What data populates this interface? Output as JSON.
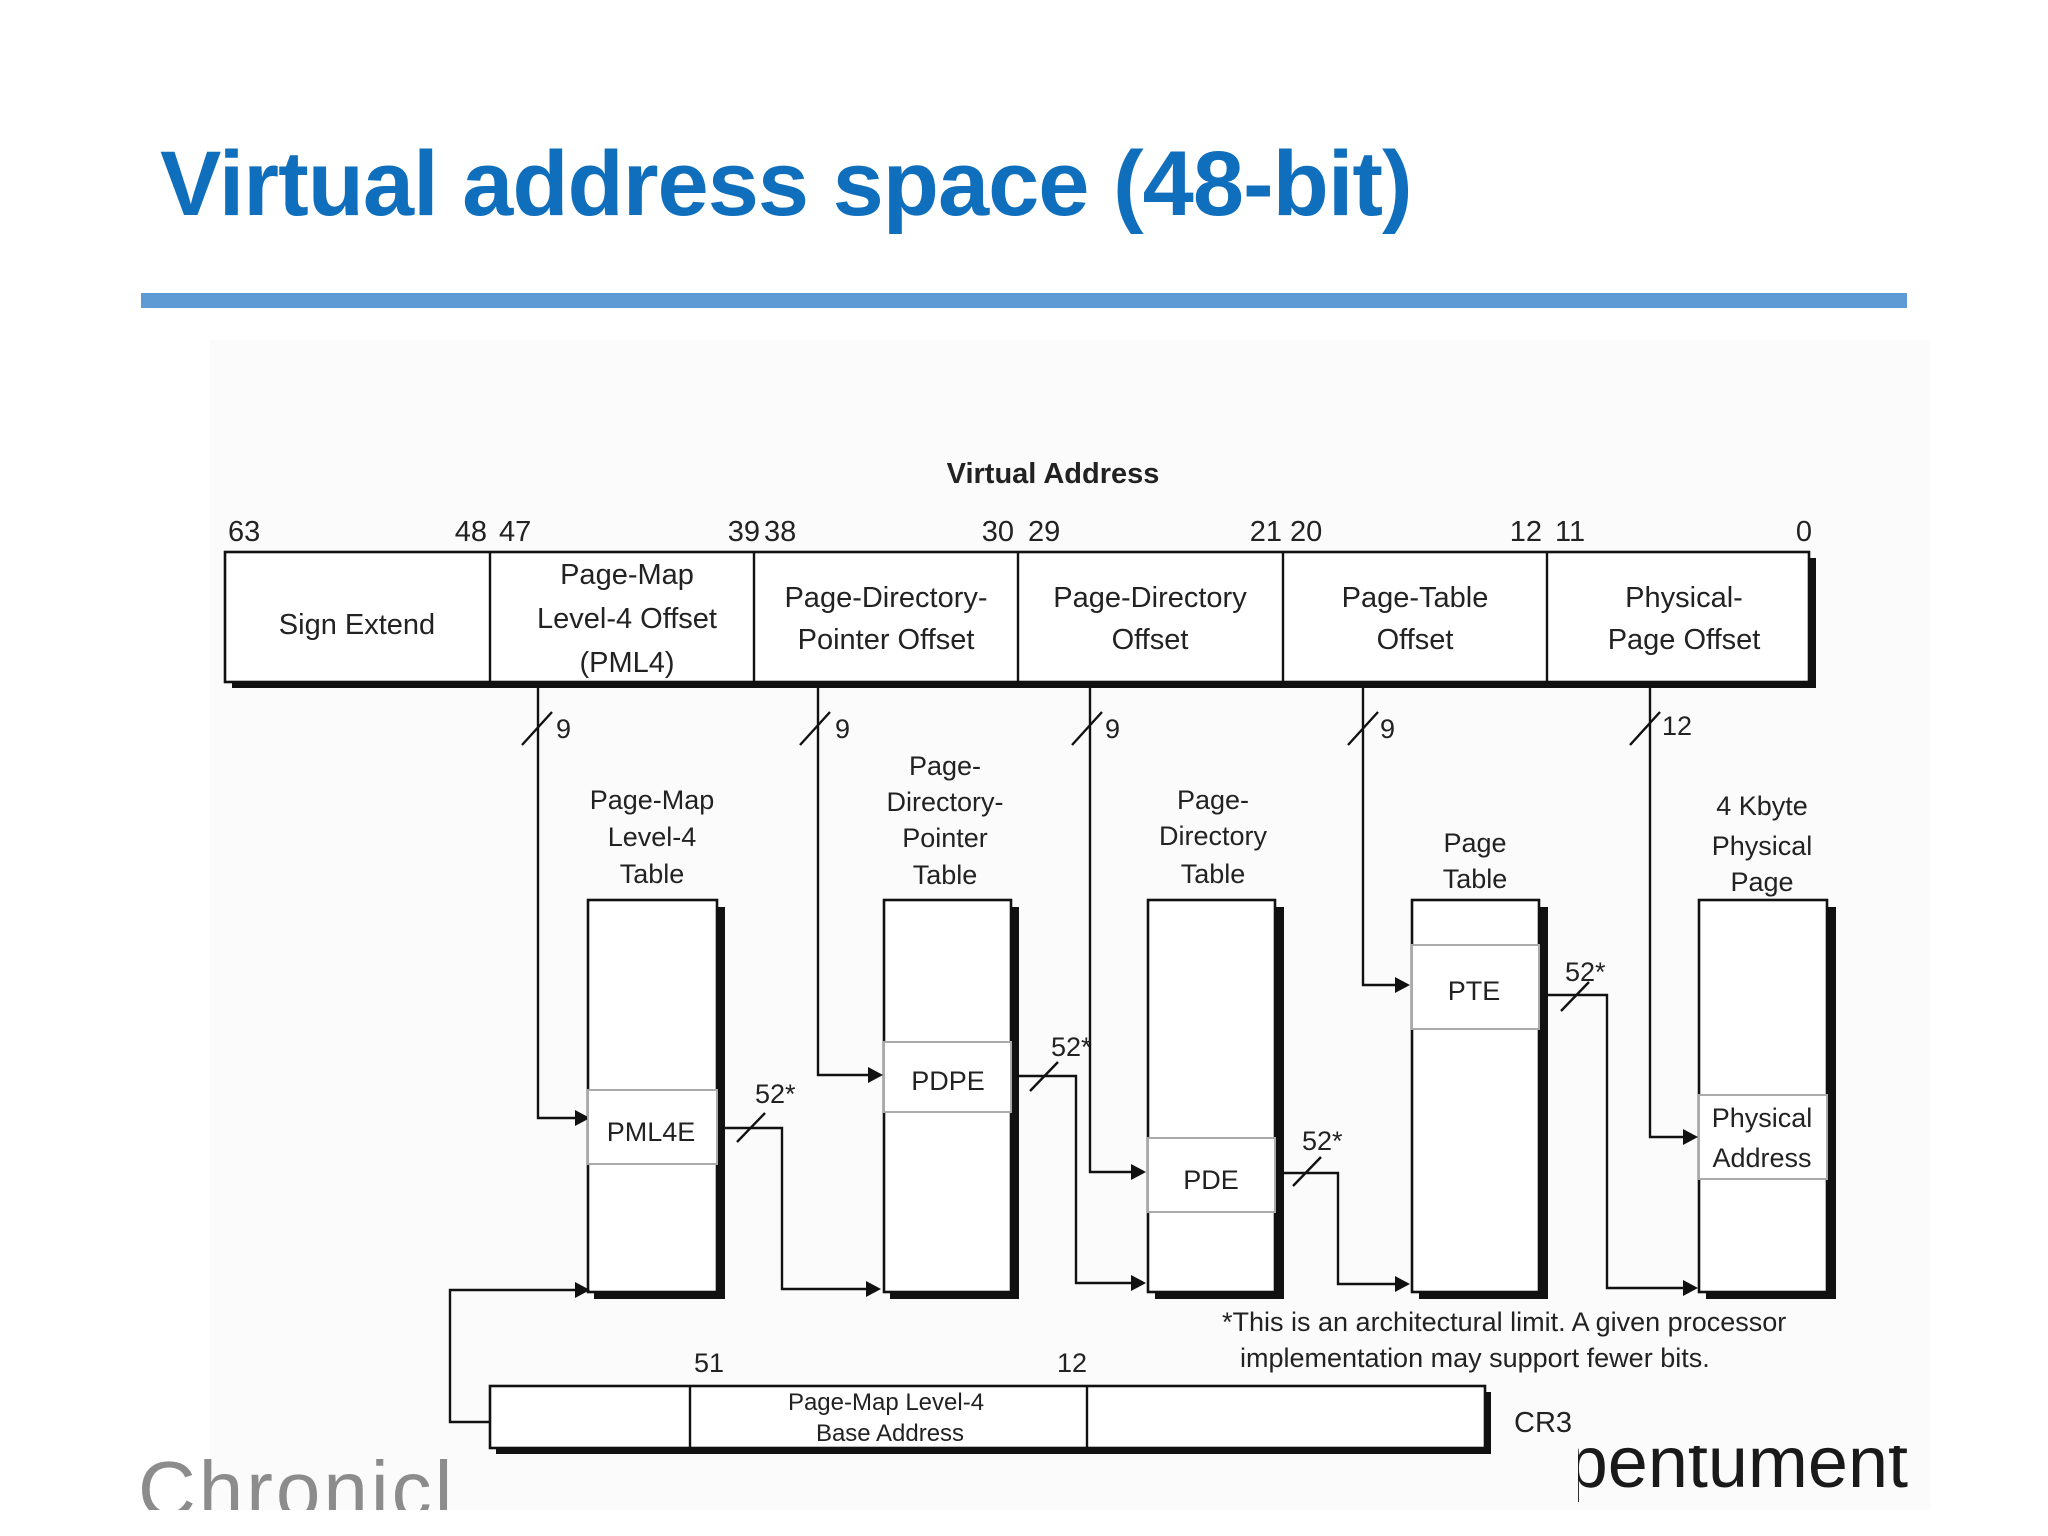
{
  "slide": {
    "title": "Virtual address space (48-bit)",
    "footer_left_logo_text": "Chronicle",
    "footer_right_logo_text": "Opentument"
  },
  "diagram": {
    "heading": "Virtual Address",
    "bit_labels": [
      "63",
      "48",
      "47",
      "39",
      "38",
      "30",
      "29",
      "21",
      "20",
      "12",
      "11",
      "0"
    ],
    "fields": [
      {
        "lines": [
          "Sign Extend"
        ]
      },
      {
        "lines": [
          "Page-Map",
          "Level-4 Offset",
          "(PML4)"
        ]
      },
      {
        "lines": [
          "Page-Directory-",
          "Pointer Offset"
        ]
      },
      {
        "lines": [
          "Page-Directory",
          "Offset"
        ]
      },
      {
        "lines": [
          "Page-Table",
          "Offset"
        ]
      },
      {
        "lines": [
          "Physical-",
          "Page Offset"
        ]
      }
    ],
    "index_widths": [
      "9",
      "9",
      "9",
      "9",
      "12"
    ],
    "tables": [
      {
        "title_lines": [
          "Page-Map",
          "Level-4",
          "Table"
        ],
        "entry": "PML4E"
      },
      {
        "title_lines": [
          "Page-",
          "Directory-",
          "Pointer",
          "Table"
        ],
        "entry": "PDPE"
      },
      {
        "title_lines": [
          "Page-",
          "Directory",
          "Table"
        ],
        "entry": "PDE"
      },
      {
        "title_lines": [
          "Page",
          "Table"
        ],
        "entry": "PTE"
      },
      {
        "title_lines": [
          "4 Kbyte",
          "Physical",
          "Page"
        ],
        "entry_lines": [
          "Physical",
          "Address"
        ]
      }
    ],
    "entry_width_label": "52*",
    "footnote_lines": [
      "*This is an architectural limit. A given processor",
      "implementation may support fewer bits."
    ],
    "cr3": {
      "bit_left": "51",
      "bit_right": "12",
      "field_lines": [
        "Page-Map Level-4",
        "Base Address"
      ],
      "register_name": "CR3"
    }
  }
}
